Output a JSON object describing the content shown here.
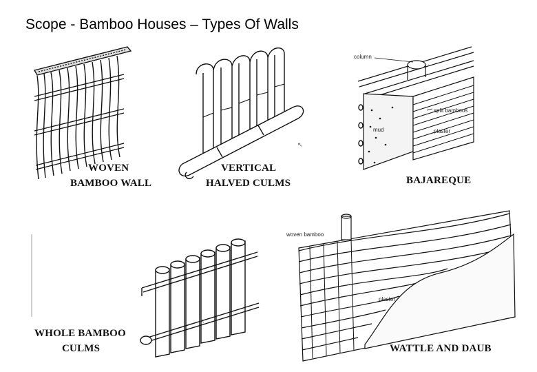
{
  "slide": {
    "title": "Scope - Bamboo Houses – Types Of Walls"
  },
  "figures": {
    "woven": {
      "caption_line1": "WOVEN",
      "caption_line2": "BAMBOO WALL"
    },
    "vertical": {
      "caption_line1": "VERTICAL",
      "caption_line2": "HALVED CULMS"
    },
    "bajareque": {
      "caption": "BAJAREQUE",
      "labels": {
        "column": "column",
        "split": "split  bamboos",
        "plaster": "plaster",
        "mud": "mud"
      }
    },
    "whole": {
      "caption_line1": "WHOLE BAMBOO",
      "caption_line2": "CULMS"
    },
    "wattle": {
      "caption": "WATTLE AND DAUB",
      "labels": {
        "woven": "woven bamboo",
        "plaster": "plaster"
      }
    }
  },
  "colors": {
    "ink": "#111111",
    "background": "#ffffff"
  }
}
